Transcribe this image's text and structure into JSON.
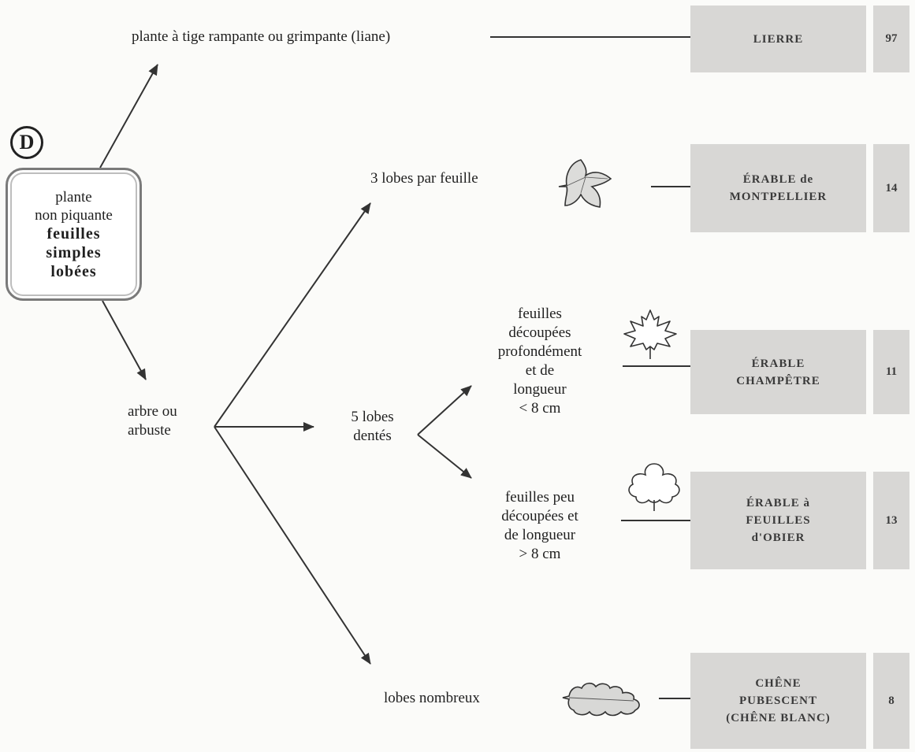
{
  "start": {
    "marker": "D",
    "line1": "plante",
    "line2": "non piquante",
    "bold1": "feuilles",
    "bold2": "simples",
    "bold3": "lobées"
  },
  "nodes": {
    "liane": "plante à tige rampante ou grimpante (liane)",
    "arbre_line1": "arbre ou",
    "arbre_line2": "arbuste",
    "trois_lobes": "3 lobes par feuille",
    "cinq_line1": "5 lobes",
    "cinq_line2": "dentés",
    "decoupees": [
      "feuilles",
      "découpées",
      "profondément",
      "et de",
      "longueur",
      "< 8 cm"
    ],
    "peu_decoupees": [
      "feuilles peu",
      "découpées et",
      "de longueur",
      "> 8 cm"
    ],
    "lobes_nombreux": "lobes nombreux"
  },
  "results": [
    {
      "lines": [
        "LIERRE"
      ],
      "page": "97"
    },
    {
      "lines": [
        "ÉRABLE de",
        "MONTPELLIER"
      ],
      "page": "14"
    },
    {
      "lines": [
        "ÉRABLE",
        "CHAMPÊTRE"
      ],
      "page": "11"
    },
    {
      "lines": [
        "ÉRABLE à",
        "FEUILLES",
        "d'OBIER"
      ],
      "page": "13"
    },
    {
      "lines": [
        "CHÊNE",
        "PUBESCENT",
        "(CHÊNE BLANC)"
      ],
      "page": "8"
    }
  ],
  "icons": [
    "maple-three-lobe-leaf-icon",
    "maple-five-lobe-deep-leaf-icon",
    "maple-five-lobe-shallow-leaf-icon",
    "oak-leaf-icon"
  ]
}
